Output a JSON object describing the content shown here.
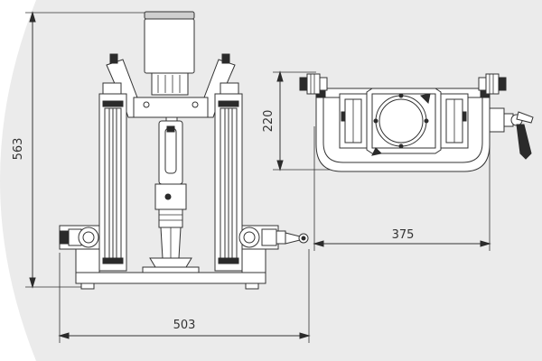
{
  "dimensions": {
    "height": "563",
    "width": "503",
    "top_height": "220",
    "top_width": "375"
  },
  "colors": {
    "background": "#ffffff",
    "backdrop": "#ebebeb",
    "line": "#333333",
    "dark": "#2b2b2b"
  }
}
